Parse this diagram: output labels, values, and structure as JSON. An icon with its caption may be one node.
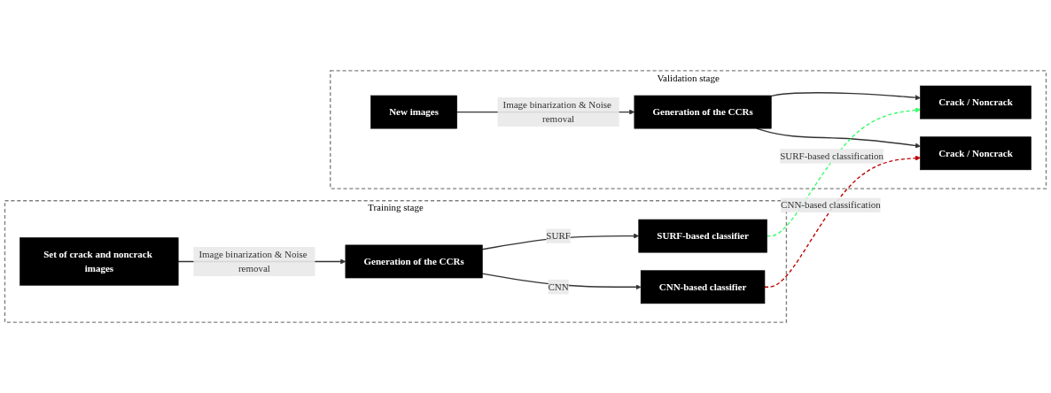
{
  "diagram": {
    "nodes": [
      {
        "text": [
          "Training stage"
        ]
      },
      {
        "text": [
          "Set of crack and noncrack images"
        ],
        "in": 0
      },
      {
        "text": [
          "Generation of the CCRs"
        ],
        "in": 0
      },
      {
        "text": [
          "SURF-based classifier"
        ],
        "in": 0
      },
      {
        "text": [
          "CNN-based classifier"
        ],
        "in": 0
      },
      {
        "text": [
          "Validation stage"
        ]
      },
      {
        "text": [
          "New images"
        ],
        "in": 5
      },
      {
        "text": [
          "Generation of the CCRs"
        ],
        "in": 5
      },
      {
        "text": [
          "Crack / Noncrack"
        ],
        "in": 5
      },
      {
        "text": [
          "Crack / Noncrack"
        ],
        "in": 5
      }
    ],
    "edges": [
      {
        "from": 1,
        "to": 2,
        "arrow": "to",
        "label": "Image binarization & Noise removal"
      },
      {
        "from": 2,
        "to": 3,
        "arrow": "to",
        "label": "SURF"
      },
      {
        "from": 2,
        "to": 4,
        "arrow": "to",
        "label": "CNN"
      },
      {
        "from": 6,
        "to": 7,
        "arrow": "to",
        "label": "Image binarization & Noise removal"
      },
      {
        "from": 7,
        "to": 8,
        "arrow": "to"
      },
      {
        "from": 7,
        "to": 9,
        "arrow": "to"
      },
      {
        "from": 3,
        "to": 8,
        "arrow": "to",
        "label": "SURF-based classification",
        "style": "dashed",
        "color": "#33ff66"
      },
      {
        "from": 4,
        "to": 9,
        "arrow": "to",
        "label": "CNN-based classification",
        "style": "dashed",
        "color": "#c00000"
      }
    ]
  }
}
